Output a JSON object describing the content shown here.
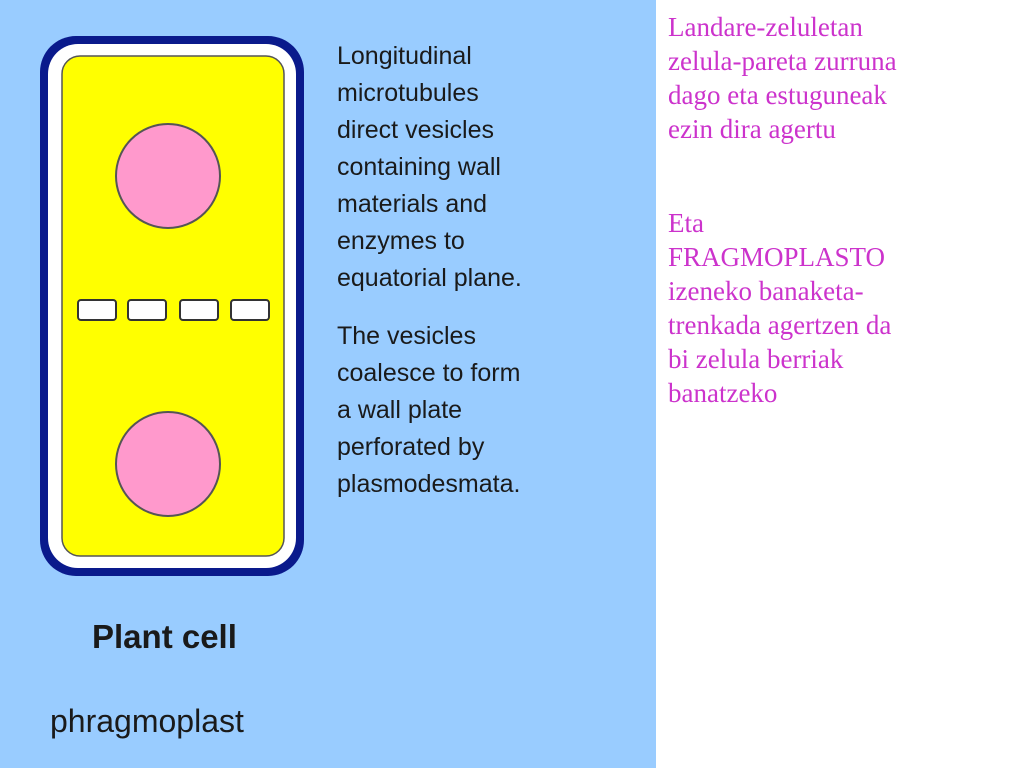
{
  "panel": {
    "background": "#99ccff",
    "description_1": "Longitudinal\nmicrotubules\ndirect vesicles\ncontaining wall\nmaterials and\nenzymes to\nequatorial plane.",
    "description_2": "The vesicles\ncoalesce to form\na wall plate\nperforated by\nplasmodesmata.",
    "title": "Plant cell",
    "subtitle": "phragmoplast"
  },
  "diagram": {
    "cell_wall_color": "#0a1a8c",
    "cytoplasm_color": "#ffff00",
    "nucleus_color": "#ff99cc",
    "vesicle_color": "#ffffff",
    "vesicle_count": 4,
    "nucleus_count": 2
  },
  "notes": {
    "color": "#cc33cc",
    "paragraph_1": "Landare-zeluletan\nzelula-pareta zurruna\ndago eta estuguneak\nezin dira agertu",
    "paragraph_2": "Eta\nFRAGMOPLASTO\nizeneko banaketa-\ntrenkada agertzen da\nbi zelula berriak\nbanatzeko"
  }
}
